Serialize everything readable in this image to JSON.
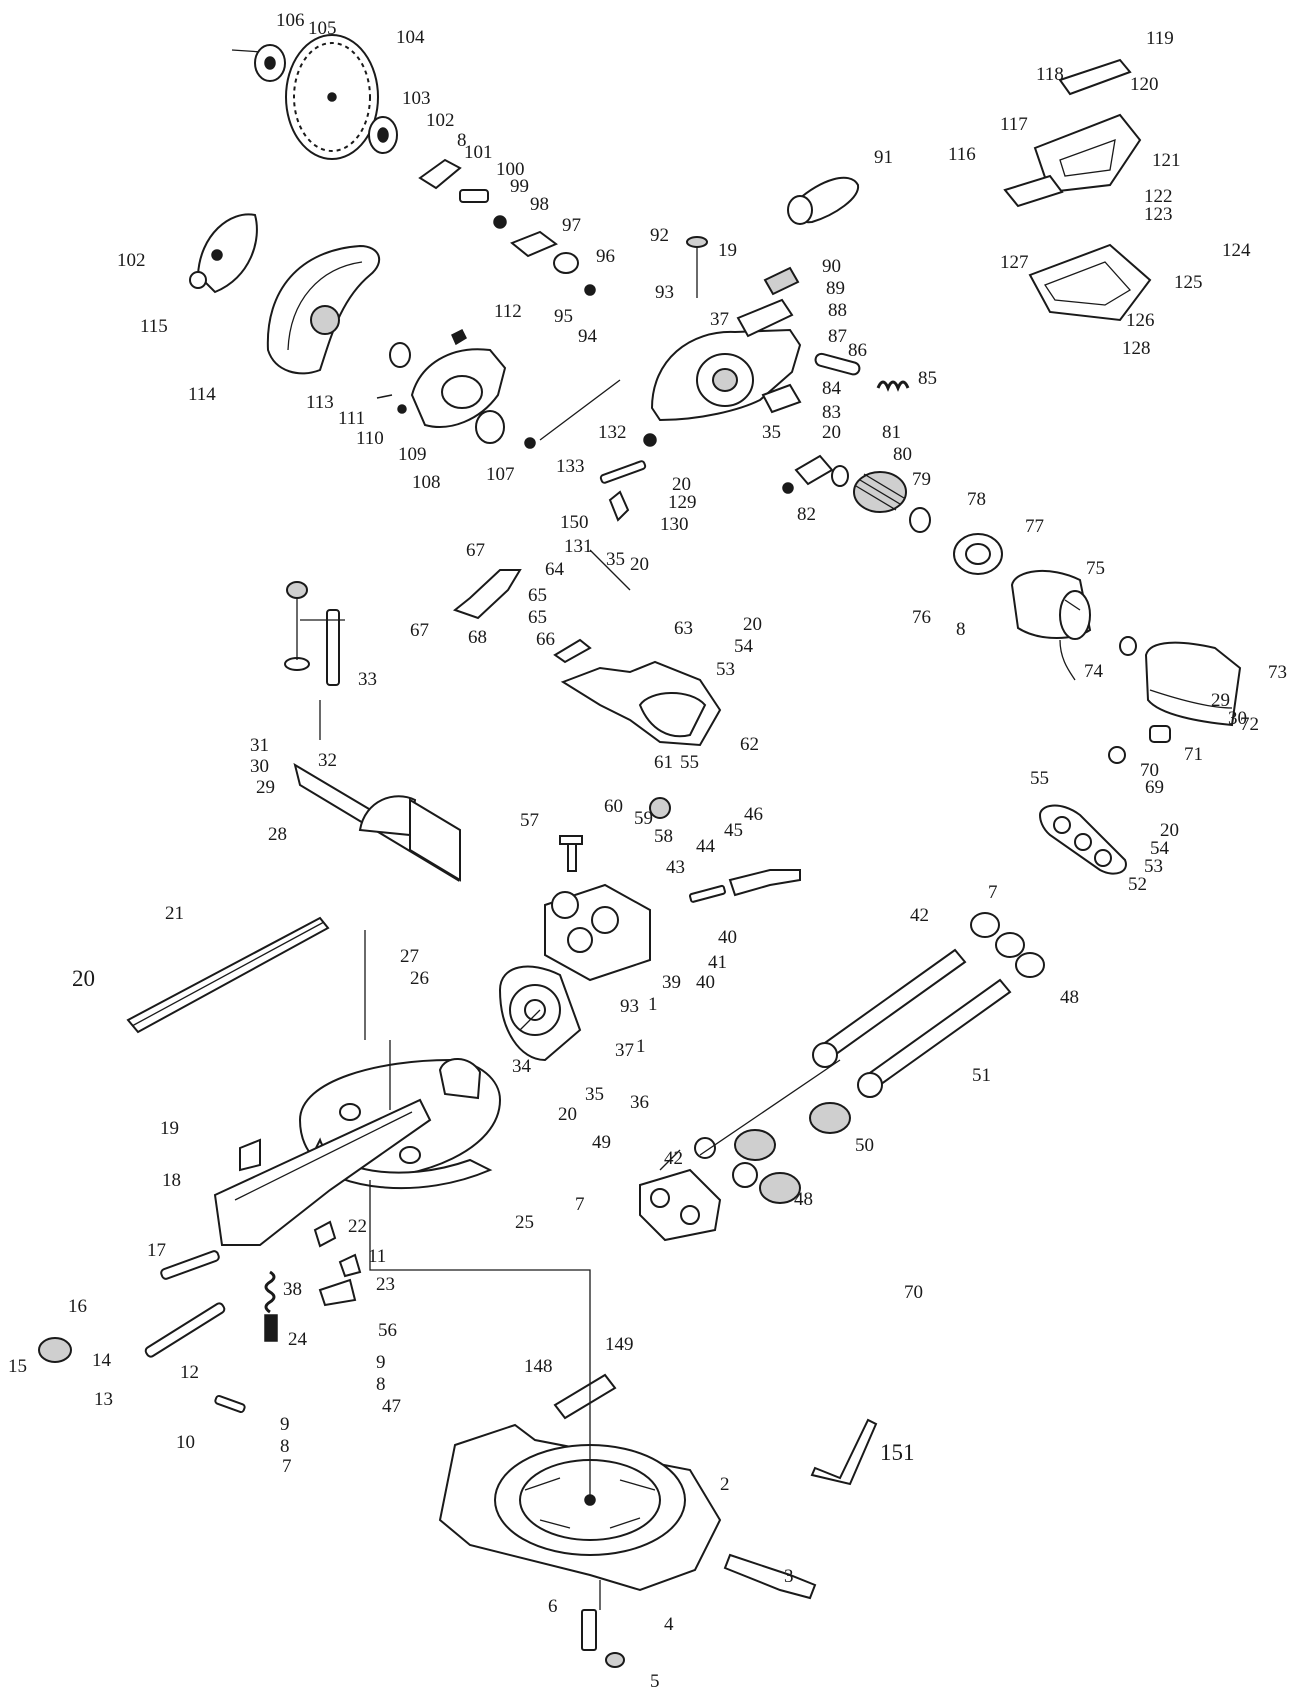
{
  "diagram": {
    "type": "exploded parts diagram",
    "labels": [
      {
        "id": "1a",
        "text": "1"
      },
      {
        "id": "1b",
        "text": "1"
      },
      {
        "id": "2",
        "text": "2"
      },
      {
        "id": "3",
        "text": "3"
      },
      {
        "id": "4",
        "text": "4"
      },
      {
        "id": "5",
        "text": "5"
      },
      {
        "id": "6",
        "text": "6"
      },
      {
        "id": "7a",
        "text": "7"
      },
      {
        "id": "7b",
        "text": "7"
      },
      {
        "id": "7c",
        "text": "7"
      },
      {
        "id": "8a",
        "text": "8"
      },
      {
        "id": "8b",
        "text": "8"
      },
      {
        "id": "8c",
        "text": "8"
      },
      {
        "id": "8d",
        "text": "8"
      },
      {
        "id": "9a",
        "text": "9"
      },
      {
        "id": "9b",
        "text": "9"
      },
      {
        "id": "10",
        "text": "10"
      },
      {
        "id": "11",
        "text": "11"
      },
      {
        "id": "12",
        "text": "12"
      },
      {
        "id": "13",
        "text": "13"
      },
      {
        "id": "14",
        "text": "14"
      },
      {
        "id": "15",
        "text": "15"
      },
      {
        "id": "16",
        "text": "16"
      },
      {
        "id": "17",
        "text": "17"
      },
      {
        "id": "18",
        "text": "18"
      },
      {
        "id": "19a",
        "text": "19"
      },
      {
        "id": "19b",
        "text": "19"
      },
      {
        "id": "20a",
        "text": "20"
      },
      {
        "id": "20b",
        "text": "20"
      },
      {
        "id": "20c",
        "text": "20"
      },
      {
        "id": "20d",
        "text": "20"
      },
      {
        "id": "20e",
        "text": "20"
      },
      {
        "id": "20f",
        "text": "20"
      },
      {
        "id": "20g",
        "text": "20"
      },
      {
        "id": "20h",
        "text": "20"
      },
      {
        "id": "21",
        "text": "21"
      },
      {
        "id": "22",
        "text": "22"
      },
      {
        "id": "23",
        "text": "23"
      },
      {
        "id": "24",
        "text": "24"
      },
      {
        "id": "25",
        "text": "25"
      },
      {
        "id": "26",
        "text": "26"
      },
      {
        "id": "27",
        "text": "27"
      },
      {
        "id": "28",
        "text": "28"
      },
      {
        "id": "29a",
        "text": "29"
      },
      {
        "id": "29b",
        "text": "29"
      },
      {
        "id": "30a",
        "text": "30"
      },
      {
        "id": "30b",
        "text": "30"
      },
      {
        "id": "31",
        "text": "31"
      },
      {
        "id": "32",
        "text": "32"
      },
      {
        "id": "33",
        "text": "33"
      },
      {
        "id": "34",
        "text": "34"
      },
      {
        "id": "35a",
        "text": "35"
      },
      {
        "id": "35b",
        "text": "35"
      },
      {
        "id": "35c",
        "text": "35"
      },
      {
        "id": "36",
        "text": "36"
      },
      {
        "id": "37a",
        "text": "37"
      },
      {
        "id": "37b",
        "text": "37"
      },
      {
        "id": "38",
        "text": "38"
      },
      {
        "id": "39",
        "text": "39"
      },
      {
        "id": "40a",
        "text": "40"
      },
      {
        "id": "40b",
        "text": "40"
      },
      {
        "id": "41",
        "text": "41"
      },
      {
        "id": "42a",
        "text": "42"
      },
      {
        "id": "42b",
        "text": "42"
      },
      {
        "id": "43",
        "text": "43"
      },
      {
        "id": "44",
        "text": "44"
      },
      {
        "id": "45",
        "text": "45"
      },
      {
        "id": "46",
        "text": "46"
      },
      {
        "id": "47",
        "text": "47"
      },
      {
        "id": "48a",
        "text": "48"
      },
      {
        "id": "48b",
        "text": "48"
      },
      {
        "id": "49",
        "text": "49"
      },
      {
        "id": "50",
        "text": "50"
      },
      {
        "id": "51",
        "text": "51"
      },
      {
        "id": "52",
        "text": "52"
      },
      {
        "id": "53a",
        "text": "53"
      },
      {
        "id": "53b",
        "text": "53"
      },
      {
        "id": "54a",
        "text": "54"
      },
      {
        "id": "54b",
        "text": "54"
      },
      {
        "id": "55a",
        "text": "55"
      },
      {
        "id": "55b",
        "text": "55"
      },
      {
        "id": "56",
        "text": "56"
      },
      {
        "id": "57",
        "text": "57"
      },
      {
        "id": "58",
        "text": "58"
      },
      {
        "id": "59",
        "text": "59"
      },
      {
        "id": "60",
        "text": "60"
      },
      {
        "id": "61",
        "text": "61"
      },
      {
        "id": "62",
        "text": "62"
      },
      {
        "id": "63",
        "text": "63"
      },
      {
        "id": "64",
        "text": "64"
      },
      {
        "id": "65a",
        "text": "65"
      },
      {
        "id": "65b",
        "text": "65"
      },
      {
        "id": "66",
        "text": "66"
      },
      {
        "id": "67a",
        "text": "67"
      },
      {
        "id": "67b",
        "text": "67"
      },
      {
        "id": "68",
        "text": "68"
      },
      {
        "id": "69",
        "text": "69"
      },
      {
        "id": "70a",
        "text": "70"
      },
      {
        "id": "70b",
        "text": "70"
      },
      {
        "id": "71",
        "text": "71"
      },
      {
        "id": "72",
        "text": "72"
      },
      {
        "id": "73",
        "text": "73"
      },
      {
        "id": "74",
        "text": "74"
      },
      {
        "id": "75",
        "text": "75"
      },
      {
        "id": "76",
        "text": "76"
      },
      {
        "id": "77",
        "text": "77"
      },
      {
        "id": "78",
        "text": "78"
      },
      {
        "id": "79",
        "text": "79"
      },
      {
        "id": "80",
        "text": "80"
      },
      {
        "id": "81",
        "text": "81"
      },
      {
        "id": "82",
        "text": "82"
      },
      {
        "id": "83",
        "text": "83"
      },
      {
        "id": "84",
        "text": "84"
      },
      {
        "id": "85",
        "text": "85"
      },
      {
        "id": "86",
        "text": "86"
      },
      {
        "id": "87",
        "text": "87"
      },
      {
        "id": "88",
        "text": "88"
      },
      {
        "id": "89",
        "text": "89"
      },
      {
        "id": "90",
        "text": "90"
      },
      {
        "id": "91",
        "text": "91"
      },
      {
        "id": "92",
        "text": "92"
      },
      {
        "id": "93a",
        "text": "93"
      },
      {
        "id": "93b",
        "text": "93"
      },
      {
        "id": "94",
        "text": "94"
      },
      {
        "id": "95",
        "text": "95"
      },
      {
        "id": "96",
        "text": "96"
      },
      {
        "id": "97",
        "text": "97"
      },
      {
        "id": "98",
        "text": "98"
      },
      {
        "id": "99",
        "text": "99"
      },
      {
        "id": "100",
        "text": "100"
      },
      {
        "id": "101",
        "text": "101"
      },
      {
        "id": "102a",
        "text": "102"
      },
      {
        "id": "102b",
        "text": "102"
      },
      {
        "id": "103",
        "text": "103"
      },
      {
        "id": "104",
        "text": "104"
      },
      {
        "id": "105",
        "text": "105"
      },
      {
        "id": "106",
        "text": "106"
      },
      {
        "id": "107",
        "text": "107"
      },
      {
        "id": "108",
        "text": "108"
      },
      {
        "id": "109",
        "text": "109"
      },
      {
        "id": "110",
        "text": "110"
      },
      {
        "id": "111",
        "text": "111"
      },
      {
        "id": "112",
        "text": "112"
      },
      {
        "id": "113",
        "text": "113"
      },
      {
        "id": "114",
        "text": "114"
      },
      {
        "id": "115",
        "text": "115"
      },
      {
        "id": "116",
        "text": "116"
      },
      {
        "id": "117",
        "text": "117"
      },
      {
        "id": "118",
        "text": "118"
      },
      {
        "id": "119",
        "text": "119"
      },
      {
        "id": "120",
        "text": "120"
      },
      {
        "id": "121",
        "text": "121"
      },
      {
        "id": "122",
        "text": "122"
      },
      {
        "id": "123",
        "text": "123"
      },
      {
        "id": "124",
        "text": "124"
      },
      {
        "id": "125",
        "text": "125"
      },
      {
        "id": "126",
        "text": "126"
      },
      {
        "id": "127",
        "text": "127"
      },
      {
        "id": "128",
        "text": "128"
      },
      {
        "id": "129",
        "text": "129"
      },
      {
        "id": "130",
        "text": "130"
      },
      {
        "id": "131",
        "text": "131"
      },
      {
        "id": "132",
        "text": "132"
      },
      {
        "id": "133",
        "text": "133"
      },
      {
        "id": "148",
        "text": "148"
      },
      {
        "id": "149",
        "text": "149"
      },
      {
        "id": "150",
        "text": "150"
      },
      {
        "id": "151",
        "text": "151"
      }
    ]
  }
}
